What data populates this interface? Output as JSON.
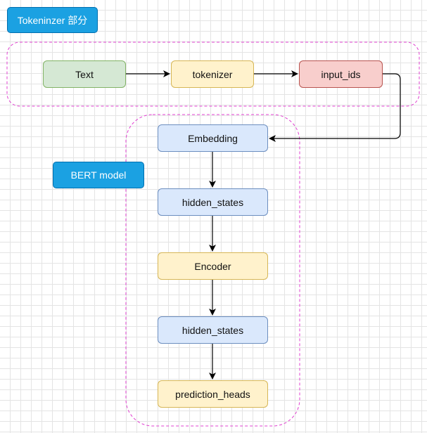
{
  "groups": {
    "tokenizer_label": "Tokeninzer 部分",
    "bert_label": "BERT model"
  },
  "nodes": {
    "text": "Text",
    "tokenizer": "tokenizer",
    "input_ids": "input_ids",
    "embedding": "Embedding",
    "hidden_states_1": "hidden_states",
    "encoder": "Encoder",
    "hidden_states_2": "hidden_states",
    "prediction_heads": "prediction_heads"
  },
  "colors": {
    "group_border": "#e040d0",
    "arrow": "#000000",
    "label_fill": "#1ba1e2",
    "green_fill": "#d5e8d4",
    "yellow_fill": "#fff2cc",
    "red_fill": "#f8cecc",
    "blue_fill": "#dae8fc"
  }
}
